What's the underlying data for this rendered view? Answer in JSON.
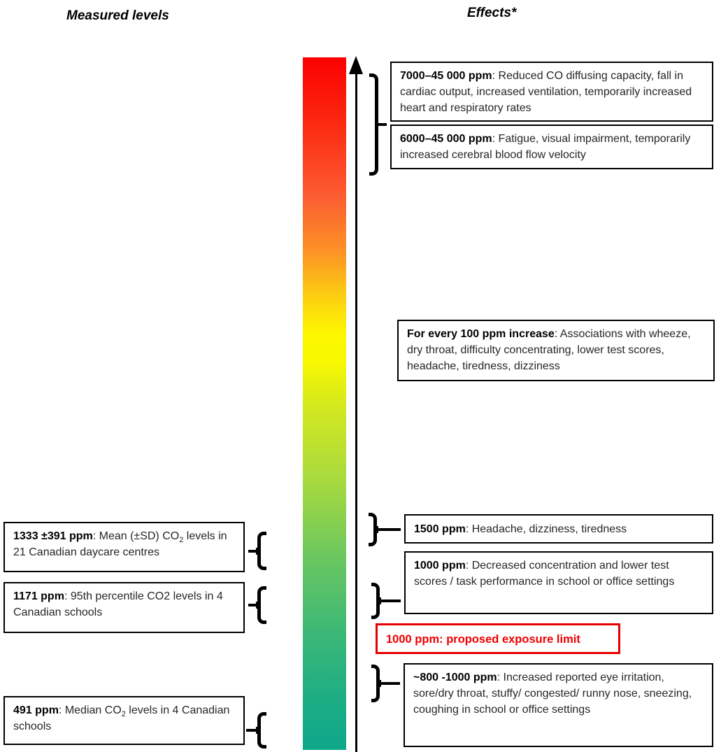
{
  "titles": {
    "left": "Measured levels",
    "right": "Effects*"
  },
  "scale": {
    "meaning": "CO2 concentration, low at bottom to high at top",
    "gradient_top_color": "#fb0100",
    "gradient_middle_color": "#fcf800",
    "gradient_bottom_color": "#0da78a",
    "arrow_direction": "up"
  },
  "colors": {
    "box_border": "#000000",
    "highlight_red": "#f00000"
  },
  "effects": {
    "b7000": {
      "label": "7000–45 000 ppm",
      "text": ": Reduced CO diffusing capacity, fall in cardiac output, increased ventilation, temporarily increased heart and respiratory rates"
    },
    "b6000": {
      "label": "6000–45 000 ppm",
      "text": ": Fatigue, visual impairment, temporarily increased cerebral blood flow velocity"
    },
    "b100": {
      "label": "For every 100 ppm increase",
      "text": ": Associations with wheeze, dry throat, difficulty concentrating, lower test scores, headache, tiredness, dizziness"
    },
    "b1500": {
      "label": "1500 ppm",
      "text": ": Headache, dizziness, tiredness"
    },
    "b1000": {
      "label": "1000 ppm",
      "text": ": Decreased concentration and lower test scores / task performance in school or office settings"
    },
    "limit": {
      "text": "1000 ppm: proposed exposure limit"
    },
    "b800": {
      "label": "~800 -1000 ppm",
      "text": ": Increased reported eye irritation, sore/dry throat, stuffy/ congested/ runny nose, sneezing, coughing in school or office settings"
    }
  },
  "measured": {
    "b1333": {
      "label": "1333 ±391 ppm",
      "text1": ": Mean (±SD) CO",
      "sub": "2",
      "text2": " levels in 21 Canadian daycare centres"
    },
    "b1171": {
      "label": "1171 ppm",
      "text1": ": 95th percentile CO2 levels in 4 Canadian schools",
      "sub": "",
      "text2": ""
    },
    "b491": {
      "label": "491 ppm",
      "text1": ": Median CO",
      "sub": "2",
      "text2": " levels in 4 Canadian schools"
    }
  }
}
